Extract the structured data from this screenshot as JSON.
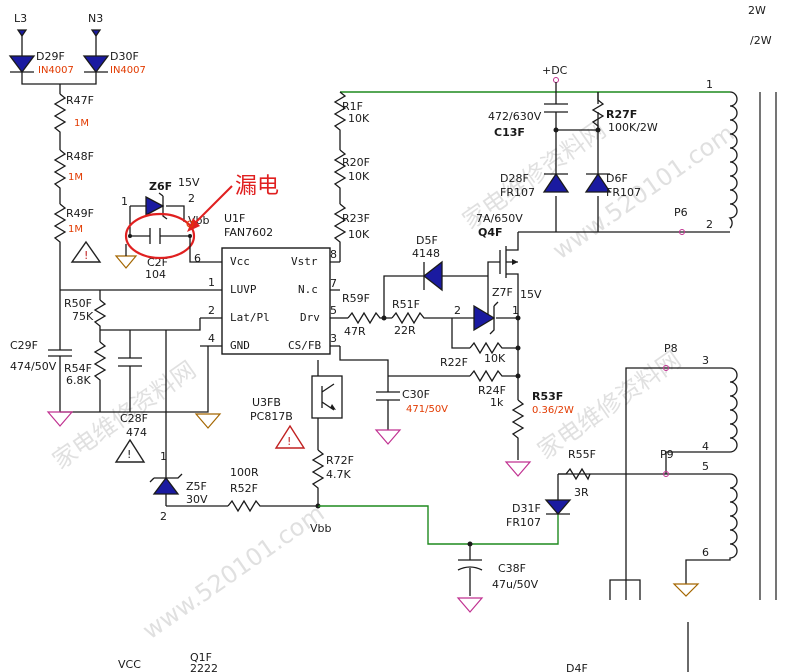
{
  "top_labels": {
    "l3": "L3",
    "n3": "N3",
    "d29f": "D29F",
    "d30f": "D30F",
    "in4007a": "IN4007",
    "in4007b": "IN4007",
    "corner_a": "2W",
    "corner_b": "/2W"
  },
  "left_chain": {
    "r47f": "R47F",
    "r47v": "1M",
    "r48f": "R48F",
    "r48v": "1M",
    "r49f": "R49F",
    "r49v": "1M"
  },
  "right_chain": {
    "r1f": "R1F",
    "r1v": "10K",
    "r20f": "R20F",
    "r20v": "10K",
    "r23f": "R23F",
    "r23v": "10K"
  },
  "z6f": {
    "name": "Z6F",
    "one": "1",
    "two": "2",
    "v": "15V",
    "vbb": "Vbb",
    "c2f": "C2F",
    "c2v": "104",
    "pin6": "6"
  },
  "annotation": {
    "leak": "漏电"
  },
  "ic": {
    "u1f": "U1F",
    "part": "FAN7602",
    "vcc": "Vcc",
    "vstr": "Vstr",
    "luvp": "LUVP",
    "nc": "N.c",
    "lat": "Lat/Pl",
    "drv": "Drv",
    "gnd": "GND",
    "csfb": "CS/FB",
    "p1": "1",
    "p2": "2",
    "p4": "4",
    "p8": "8",
    "p7": "7",
    "p5": "5",
    "p3": "3"
  },
  "left_parts": {
    "r50f": "R50F",
    "r50v": "75K",
    "r54f": "R54F",
    "r54v": "6.8K",
    "c29f": "C29F",
    "c29v": "474/50V",
    "c28f": "C28F",
    "c28v": "474"
  },
  "mid_parts": {
    "r59f": "R59F",
    "r59v": "47R",
    "r51f": "R51F",
    "r51v": "22R",
    "d5f": "D5F",
    "d5v": "4148",
    "z7f": "Z7F",
    "z7v": "15V",
    "z7p1": "1",
    "z7p2": "2",
    "r22f": "R22F",
    "r22v": "10K",
    "r24f": "R24F",
    "r24v": "1k",
    "c30f": "C30F",
    "c30v": "471/50V",
    "u3fb": "U3FB",
    "pc817": "PC817B",
    "r72f": "R72F",
    "r72v": "4.7K"
  },
  "power": {
    "dc": "+DC",
    "c13v": "472/630V",
    "c13f": "C13F",
    "r27f": "R27F",
    "r27v": "100K/2W",
    "d28f": "D28F",
    "d28v": "FR107",
    "d6f": "D6F",
    "d6v": "FR107",
    "q4v": "7A/650V",
    "q4f": "Q4F",
    "r53f": "R53F",
    "r53v": "0.36/2W"
  },
  "lower": {
    "z5f": "Z5F",
    "z5v": "30V",
    "z5p1": "1",
    "z5p2": "2",
    "r52v": "100R",
    "r52f": "R52F",
    "vbb": "Vbb",
    "r55f": "R55F",
    "r55v": "3R",
    "d31f": "D31F",
    "d31v": "FR107",
    "c38f": "C38F",
    "c38v": "47u/50V"
  },
  "transformer": {
    "p6": "P6",
    "p8": "P8",
    "p9": "P9",
    "pin1": "1",
    "pin2": "2",
    "pin3": "3",
    "pin4": "4",
    "pin5": "5",
    "pin6": "6"
  },
  "bottom": {
    "vcc": "VCC",
    "q1f": "Q1F",
    "q1v": "2222",
    "d4f": "D4F"
  },
  "watermark": {
    "a": "家电维修资料网",
    "b": "www.520101.com"
  }
}
